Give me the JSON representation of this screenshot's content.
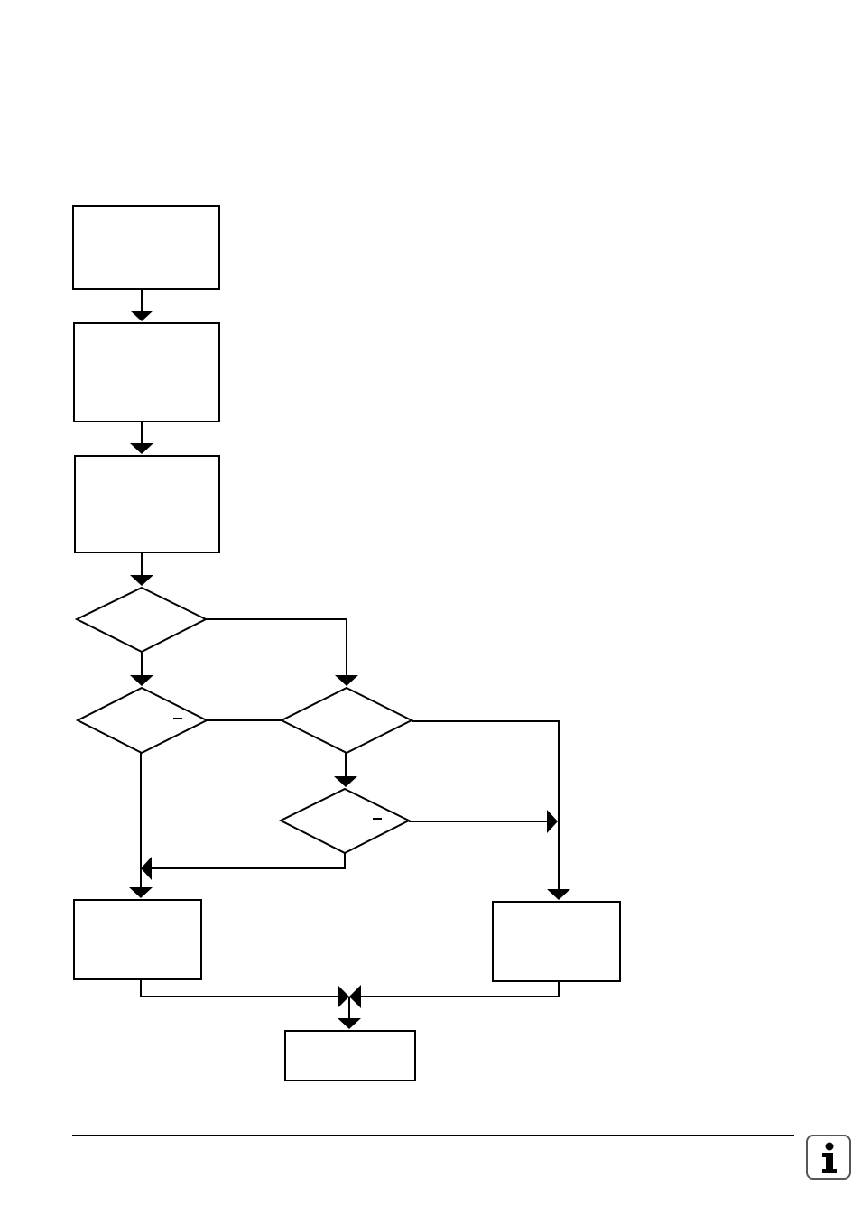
{
  "diagram": {
    "nodes": [
      {
        "id": "box-1",
        "shape": "rect",
        "label": ""
      },
      {
        "id": "box-2",
        "shape": "rect",
        "label": ""
      },
      {
        "id": "box-3",
        "shape": "rect",
        "label": ""
      },
      {
        "id": "decision-1",
        "shape": "diamond",
        "label": ""
      },
      {
        "id": "decision-2",
        "shape": "diamond",
        "label": ""
      },
      {
        "id": "decision-3",
        "shape": "diamond",
        "label": ""
      },
      {
        "id": "decision-4",
        "shape": "diamond",
        "label": ""
      },
      {
        "id": "box-left",
        "shape": "rect",
        "label": ""
      },
      {
        "id": "box-right",
        "shape": "rect",
        "label": ""
      },
      {
        "id": "box-end",
        "shape": "rect",
        "label": ""
      }
    ],
    "edges": [
      {
        "from": "box-1",
        "to": "box-2"
      },
      {
        "from": "box-2",
        "to": "box-3"
      },
      {
        "from": "box-3",
        "to": "decision-1"
      },
      {
        "from": "decision-1",
        "to": "decision-2"
      },
      {
        "from": "decision-1",
        "to": "decision-3"
      },
      {
        "from": "decision-2",
        "to": "decision-3"
      },
      {
        "from": "decision-2",
        "to": "box-left"
      },
      {
        "from": "decision-3",
        "to": "decision-4"
      },
      {
        "from": "decision-3",
        "to": "box-right"
      },
      {
        "from": "decision-4",
        "to": "box-right"
      },
      {
        "from": "decision-4",
        "to": "box-left"
      },
      {
        "from": "box-left",
        "to": "box-end"
      },
      {
        "from": "box-right",
        "to": "box-end"
      }
    ],
    "minus_marks": [
      "decision-2",
      "decision-4"
    ]
  },
  "footer": {
    "info_icon": "info-icon",
    "info_icon_color": "#000000"
  }
}
